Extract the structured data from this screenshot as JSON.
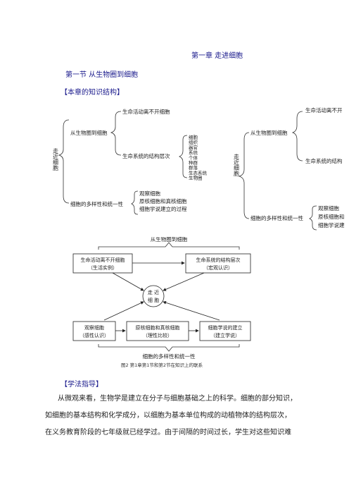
{
  "doc": {
    "chapter_title": "第一章  走进细胞",
    "section_title": "第一节   从生物圈到细胞",
    "knowledge_heading": "【本章的知识结构】",
    "method_heading": "【学法指导】",
    "paragraph_lines": [
      "从微观来看，生物学是建立在分子与细胞基础之上的科学。细胞的部分知识，",
      "如细胞的基本结构和化学成分，以细胞为基本单位构成的动植物体的结构层次，",
      "在义务教育阶段的七年级就已经学过。由于间隔的时间过长，学生对这些知识难"
    ]
  },
  "tree_left": {
    "root": "走近细胞",
    "branch1": "从生物圈到细胞",
    "branch1_sub1": "生命活动离不开细胞",
    "branch1_sub2": "生命系统的结构层次",
    "levels": [
      "细胞",
      "组织",
      "器官",
      "系统",
      "个体",
      "种群",
      "群落",
      "生态系统",
      "生物圈"
    ],
    "branch2": "细胞的多样性和统一性",
    "branch2_items": [
      "观察细胞",
      "原核细胞和真核细胞",
      "细胞学说建立的过程"
    ]
  },
  "tree_right": {
    "root": "走近细胞",
    "branch1": "从生物圈到细胞",
    "branch1_sub1": "生命活动离不开",
    "branch1_sub2": "生命系统的结构",
    "branch2": "细胞的多样性和统一性",
    "branch2_items": [
      "观察细胞",
      "原核细胞和",
      "细胞学说建"
    ]
  },
  "flow": {
    "top_label": "从生物圈到细胞",
    "box_tl": "生命活动离不开细胞",
    "box_tl_sub": "（生活实例）",
    "box_tr": "生命系统的结构层次",
    "box_tr_sub": "（宏观认识）",
    "center_line1": "走 近",
    "center_line2": "细 胞",
    "box_bl": "观察细胞",
    "box_bl_sub": "（感性认识）",
    "box_bm": "原核细胞和真核细胞",
    "box_bm_sub": "（理性比较）",
    "box_br": "细胞学说的建立",
    "box_br_sub": "（建立学说）",
    "bottom_label": "细胞的多样性和统一性",
    "caption": "图2   第1章第1节和第2节在知识上的联系"
  }
}
